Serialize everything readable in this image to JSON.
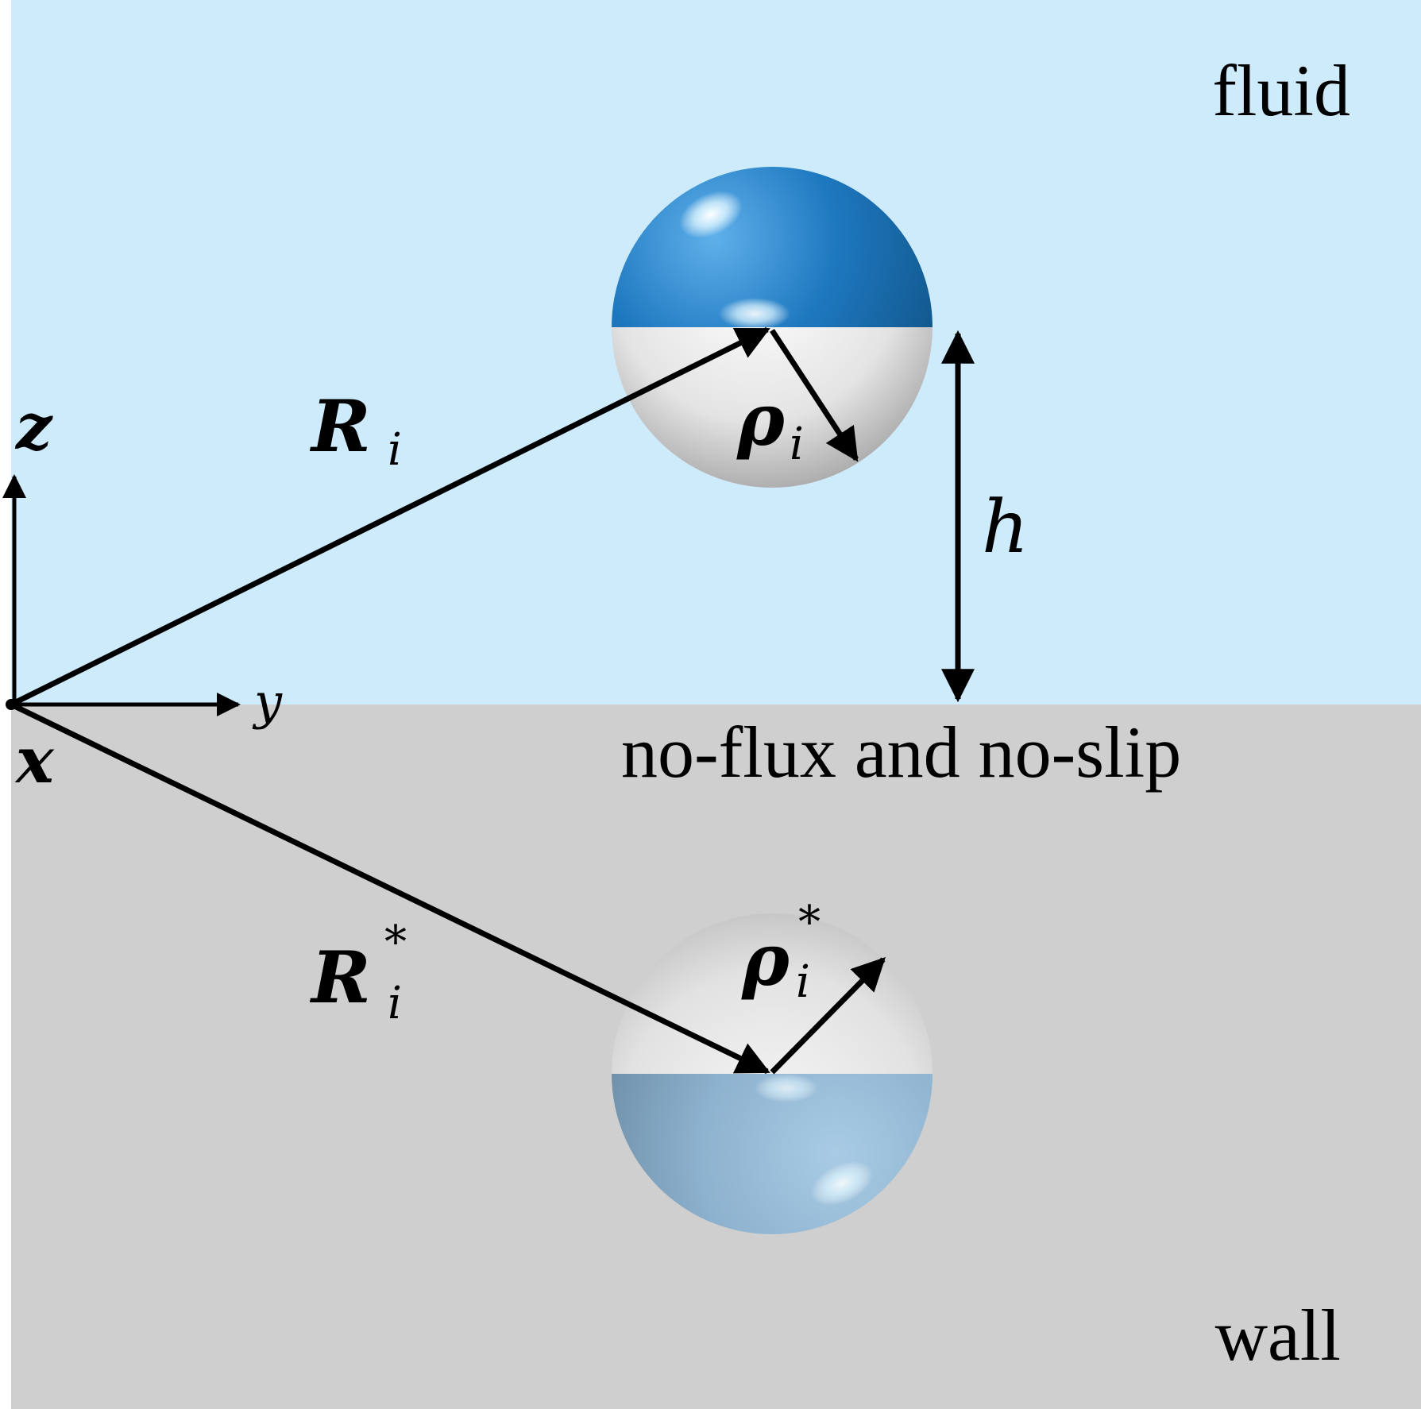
{
  "regions": {
    "fluid_label": "fluid",
    "wall_label": "wall",
    "boundary_label": "no-flux and no-slip",
    "fluid_color": "#cdebfb",
    "wall_color": "#cfcfcf"
  },
  "axes": {
    "z_label": "z",
    "y_label": "y",
    "x_label": "x"
  },
  "vectors": {
    "position": {
      "symbol": "R",
      "subscript": "i",
      "superscript": ""
    },
    "position_image": {
      "symbol": "R",
      "subscript": "i",
      "superscript": "*"
    },
    "orientation": {
      "symbol": "ρ",
      "subscript": "i",
      "superscript": ""
    },
    "orientation_image": {
      "symbol": "ρ",
      "subscript": "i",
      "superscript": "*"
    }
  },
  "height": {
    "symbol": "h"
  },
  "particles": {
    "real": {
      "cap_color": "#1a6fb0",
      "body_color": "#e6e6e6",
      "icon": "janus-sphere-icon"
    },
    "image": {
      "cap_color": "#8aafc9",
      "body_color": "#e0e0e0",
      "icon": "janus-sphere-image-icon"
    }
  }
}
